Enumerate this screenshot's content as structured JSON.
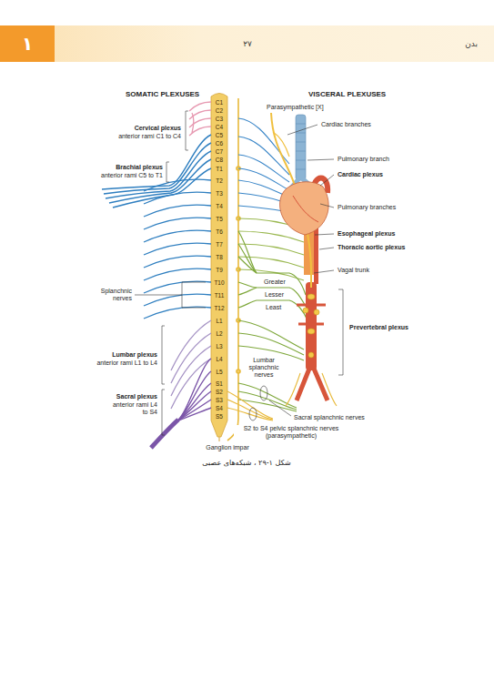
{
  "diagram": {
    "caption": "شکل ۱-۲۹ ، شبکه‌های عصبی",
    "nodes": [
      {
        "text": [
          "۲۷",
          "بدن"
        ]
      },
      {
        "text": [
          "۱"
        ],
        "in": 0
      }
    ],
    "labels": [
      "SOMATIC PLEXUSES",
      "VISCERAL PLEXUSES",
      "C1",
      "C2",
      "C3",
      "C4",
      "C5",
      "C6",
      "C7",
      "C8",
      "T1",
      "T2",
      "T3",
      "T4",
      "T5",
      "T6",
      "T7",
      "T8",
      "T9",
      "T10",
      "T11",
      "T12",
      "L1",
      "L2",
      "L3",
      "L4",
      "L5",
      "S1",
      "S2",
      "S3",
      "S4",
      "S5",
      "Cervical plexus",
      "anterior rami C1 to C4",
      "Brachial plexus",
      "anterior rami C5 to T1",
      "Splanchnic nerves",
      "Lumbar plexus",
      "anterior rami L1 to L4",
      "Sacral plexus",
      "anterior rami L4 to S4",
      "Ganglion impar",
      "S2 to S4 pelvic splanchnic nerves (parasympathetic)",
      "Sacral splanchnic nerves",
      "Lumbar splanchnic nerves",
      "Greater",
      "Lesser",
      "Least",
      "Prevertebral plexus",
      "Vagal trunk",
      "Thoracic aortic plexus",
      "Esophageal plexus",
      "Pulmonary branches",
      "Cardiac plexus",
      "Pulmonary branch",
      "Cardiac branches",
      "Parasympathetic [X]"
    ]
  }
}
